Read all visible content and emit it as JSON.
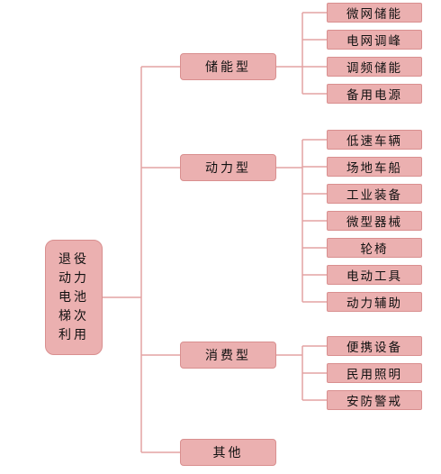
{
  "root": {
    "label": "退役\n动力\n电池\n梯次\n利用"
  },
  "branches": [
    {
      "label": "储能型",
      "children": [
        "微网储能",
        "电网调峰",
        "调频储能",
        "备用电源"
      ]
    },
    {
      "label": "动力型",
      "children": [
        "低速车辆",
        "场地车船",
        "工业装备",
        "微型器械",
        "轮椅",
        "电动工具",
        "动力辅助"
      ]
    },
    {
      "label": "消费型",
      "children": [
        "便携设备",
        "民用照明",
        "安防警戒"
      ]
    },
    {
      "label": "其他",
      "children": []
    }
  ],
  "colors": {
    "node_fill": "#ebb0b0",
    "node_border": "#d98f8f",
    "connector": "#e3a3a3"
  }
}
